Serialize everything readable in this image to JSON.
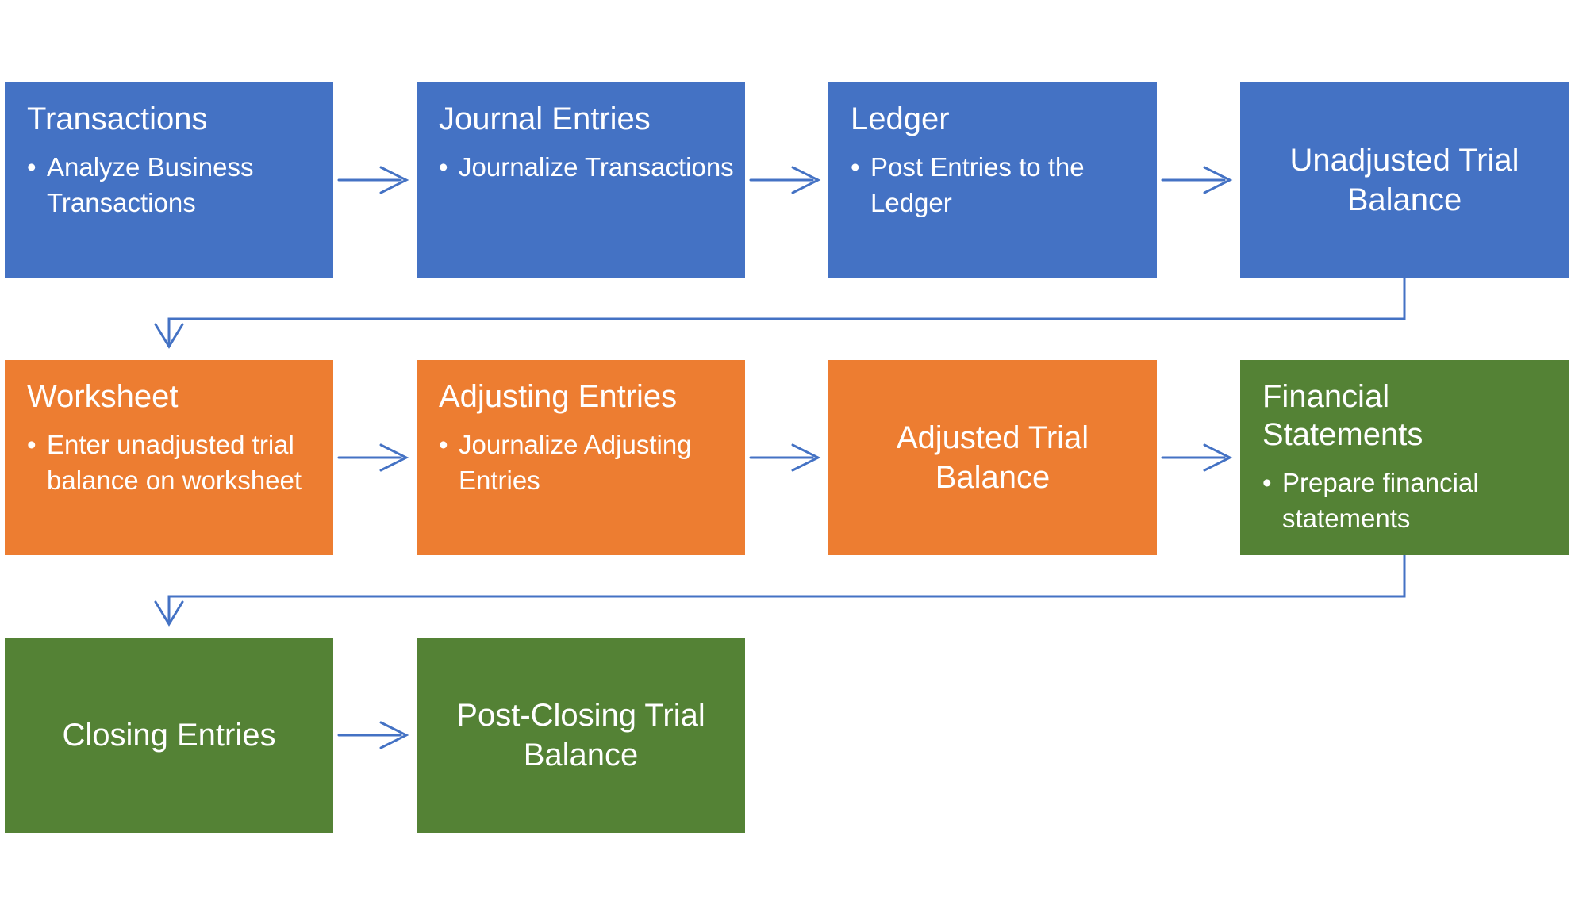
{
  "diagram": {
    "type": "flowchart",
    "background": "#FFFFFF",
    "palette": {
      "blue": "#4472C4",
      "orange": "#ED7D31",
      "green": "#548235",
      "arrow": "#4472C4",
      "text": "#FFFFFF"
    }
  },
  "boxes": [
    {
      "id": "transactions",
      "color": "blue",
      "row": 1,
      "col": 1,
      "layout": "top-left",
      "title": "Transactions",
      "bullets": [
        "Analyze Business Transactions"
      ]
    },
    {
      "id": "journal-entries",
      "color": "blue",
      "row": 1,
      "col": 2,
      "layout": "top-left",
      "title": "Journal Entries",
      "bullets": [
        "Journalize Transactions"
      ]
    },
    {
      "id": "ledger",
      "color": "blue",
      "row": 1,
      "col": 3,
      "layout": "top-left",
      "title": "Ledger",
      "bullets": [
        "Post Entries to the Ledger"
      ]
    },
    {
      "id": "unadjusted-trial-balance",
      "color": "blue",
      "row": 1,
      "col": 4,
      "layout": "centered",
      "title": "Unadjusted Trial Balance",
      "bullets": []
    },
    {
      "id": "worksheet",
      "color": "orange",
      "row": 2,
      "col": 1,
      "layout": "top-left",
      "title": "Worksheet",
      "bullets": [
        "Enter unadjusted trial balance on worksheet"
      ]
    },
    {
      "id": "adjusting-entries",
      "color": "orange",
      "row": 2,
      "col": 2,
      "layout": "top-left",
      "title": "Adjusting Entries",
      "bullets": [
        "Journalize Adjusting Entries"
      ]
    },
    {
      "id": "adjusted-trial-balance",
      "color": "orange",
      "row": 2,
      "col": 3,
      "layout": "centered",
      "title": "Adjusted Trial Balance",
      "bullets": []
    },
    {
      "id": "financial-statements",
      "color": "green",
      "row": 2,
      "col": 4,
      "layout": "top-left",
      "title": "Financial Statements",
      "bullets": [
        "Prepare financial statements"
      ]
    },
    {
      "id": "closing-entries",
      "color": "green",
      "row": 3,
      "col": 1,
      "layout": "centered",
      "title": "Closing Entries",
      "bullets": []
    },
    {
      "id": "post-closing-trial-balance",
      "color": "green",
      "row": 3,
      "col": 2,
      "layout": "centered",
      "title": "Post-Closing Trial Balance",
      "bullets": []
    }
  ],
  "connectors": {
    "horizontal_arrows": [
      {
        "from": "transactions",
        "to": "journal-entries"
      },
      {
        "from": "journal-entries",
        "to": "ledger"
      },
      {
        "from": "ledger",
        "to": "unadjusted-trial-balance"
      },
      {
        "from": "worksheet",
        "to": "adjusting-entries"
      },
      {
        "from": "adjusting-entries",
        "to": "adjusted-trial-balance"
      },
      {
        "from": "adjusted-trial-balance",
        "to": "financial-statements"
      },
      {
        "from": "closing-entries",
        "to": "post-closing-trial-balance"
      }
    ],
    "elbow_arrows": [
      {
        "from": "unadjusted-trial-balance",
        "to": "worksheet"
      },
      {
        "from": "financial-statements",
        "to": "closing-entries"
      }
    ]
  }
}
